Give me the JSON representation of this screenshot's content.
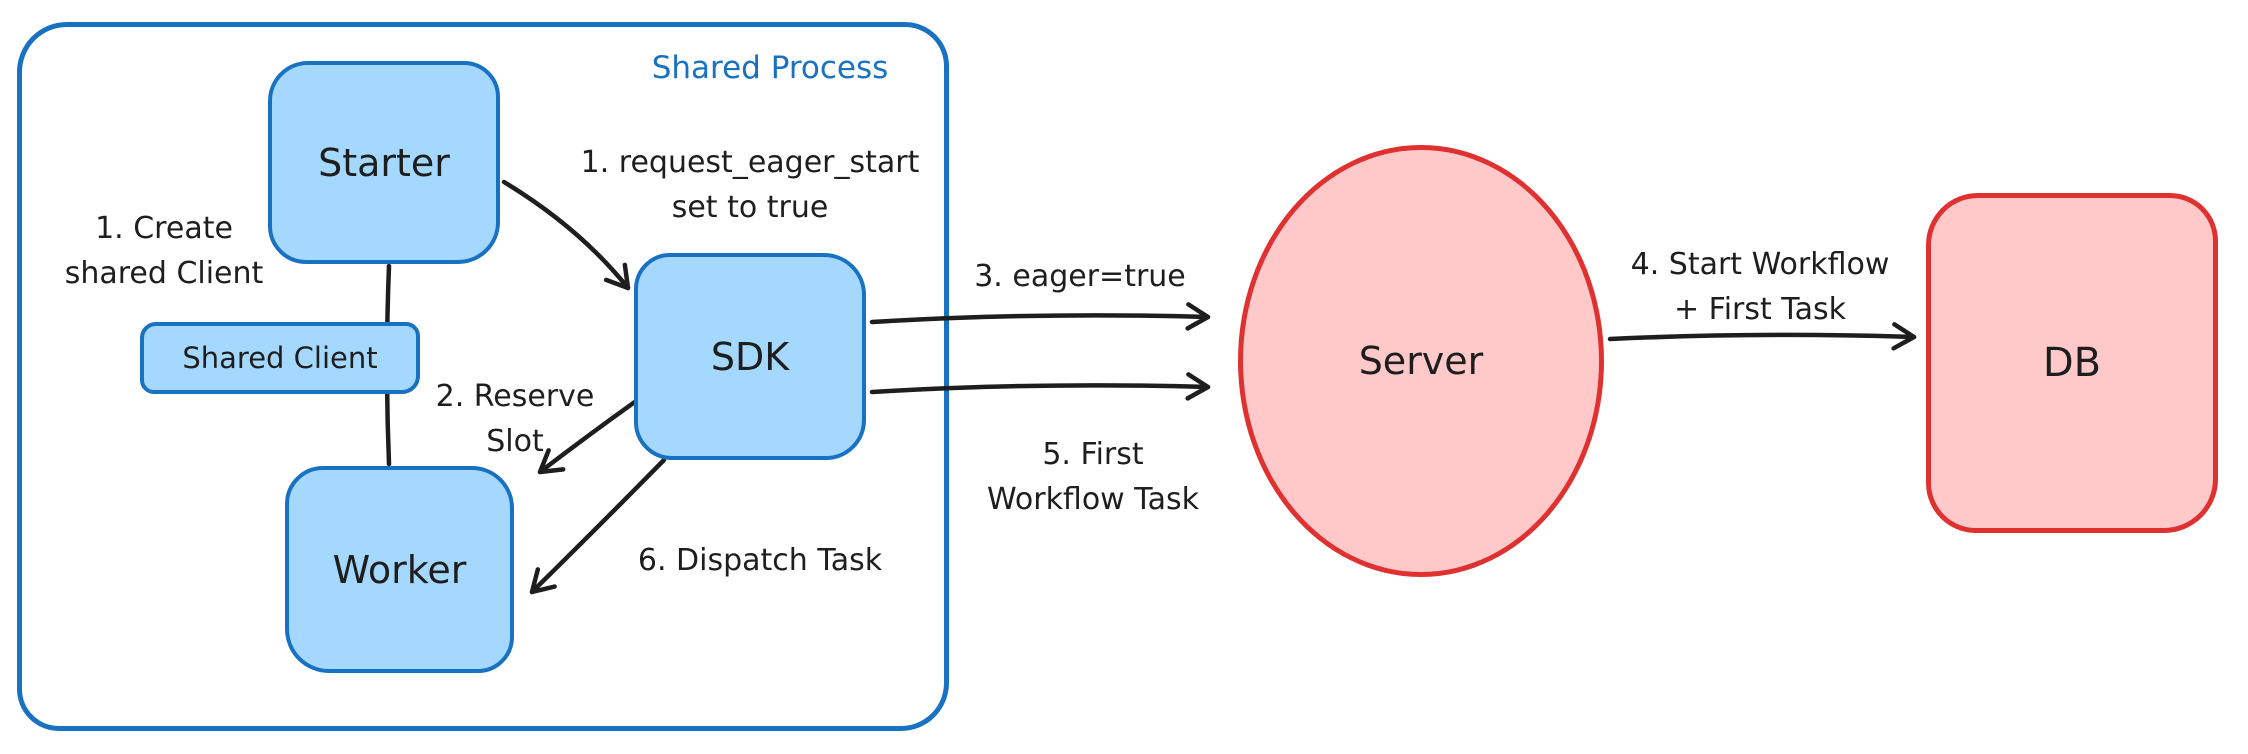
{
  "colors": {
    "ink": "#1e1e1e",
    "blue_stroke": "#1971c2",
    "blue_fill": "#a5d8ff",
    "red_stroke": "#e03131",
    "red_fill": "#ffc9c9",
    "canvas_bg": "#ffffff"
  },
  "shared_process": {
    "label": "Shared Process"
  },
  "nodes": {
    "starter": "Starter",
    "shared_client": "Shared Client",
    "worker": "Worker",
    "sdk": "SDK",
    "server": "Server",
    "db": "DB"
  },
  "annotations": {
    "create_client": [
      "1. Create",
      "shared Client"
    ],
    "request_eager": [
      "1. request_eager_start",
      "set to true"
    ],
    "reserve_slot": [
      "2. Reserve",
      "Slot"
    ],
    "dispatch_task": "6. Dispatch Task",
    "eager_true": "3. eager=true",
    "first_task": [
      "5. First",
      "Workflow Task"
    ],
    "start_workflow": [
      "4. Start Workflow",
      "+ First Task"
    ]
  },
  "edges": [
    {
      "from": "starter",
      "to": "sdk",
      "annotation": "request_eager"
    },
    {
      "from": "starter",
      "to": "worker",
      "through": "shared_client",
      "annotation": "create_client"
    },
    {
      "from": "sdk",
      "to": "worker",
      "annotation": "reserve_slot"
    },
    {
      "from": "sdk",
      "to": "server",
      "annotation": "eager_true"
    },
    {
      "from": "sdk",
      "to": "server",
      "annotation": "first_task"
    },
    {
      "from": "server",
      "to": "db",
      "annotation": "start_workflow"
    },
    {
      "from": "sdk",
      "to": "worker",
      "annotation": "dispatch_task"
    }
  ]
}
